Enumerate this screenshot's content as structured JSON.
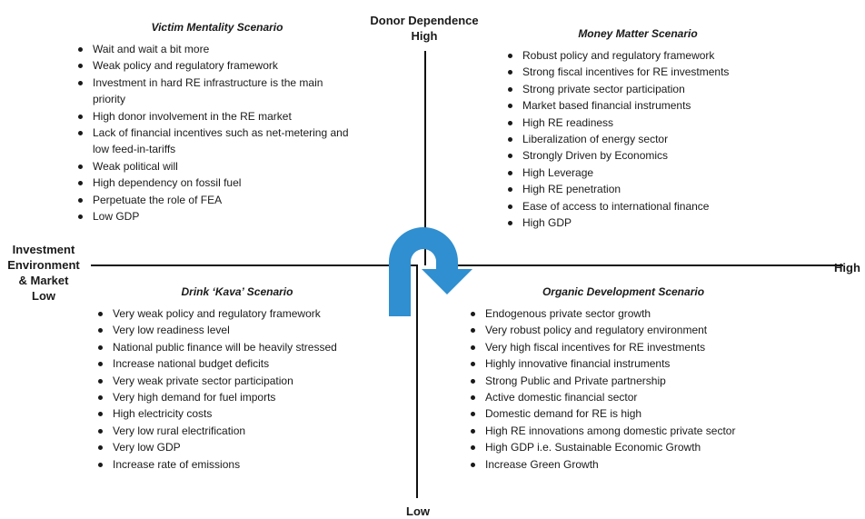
{
  "axes": {
    "top": "Donor Dependence\nHigh",
    "bottom": "Low",
    "left": "Investment\nEnvironment\n& Market\nLow",
    "right": "High"
  },
  "quadrants": {
    "top_left": {
      "title": "Victim Mentality Scenario",
      "items": [
        "Wait and wait a bit more",
        "Weak policy and regulatory framework",
        "Investment in hard RE infrastructure is the main priority",
        "High donor involvement in the RE market",
        "Lack of financial incentives such as net-metering and low feed-in-tariffs",
        "Weak political will",
        "High dependency on fossil fuel",
        "Perpetuate the role of FEA",
        "Low GDP"
      ]
    },
    "top_right": {
      "title": "Money Matter Scenario",
      "items": [
        "Robust policy and regulatory framework",
        "Strong fiscal incentives for RE investments",
        "Strong private sector participation",
        "Market based financial instruments",
        "High RE readiness",
        "Liberalization of energy sector",
        "Strongly Driven by Economics",
        "High Leverage",
        "High RE penetration",
        "Ease of access to international finance",
        "High GDP"
      ]
    },
    "bottom_left": {
      "title": "Drink ‘Kava’ Scenario",
      "items": [
        "Very weak policy and regulatory framework",
        "Very low readiness level",
        "National public finance will be heavily stressed",
        "Increase national budget deficits",
        "Very weak private sector participation",
        "Very high demand for fuel imports",
        "High electricity costs",
        "Very low rural electrification",
        "Very low GDP",
        "Increase rate of emissions"
      ]
    },
    "bottom_right": {
      "title": "Organic Development Scenario",
      "items": [
        "Endogenous private sector growth",
        "Very robust policy and regulatory environment",
        "Very high fiscal incentives for RE investments",
        "Highly innovative financial instruments",
        "Strong Public and Private partnership",
        "Active domestic financial sector",
        "Domestic demand for RE is high",
        "High RE innovations among domestic private sector",
        "High GDP i.e. Sustainable Economic Growth",
        "Increase Green Growth"
      ]
    }
  },
  "colors": {
    "arrow": "#2f8fd0",
    "axis": "#111111"
  }
}
